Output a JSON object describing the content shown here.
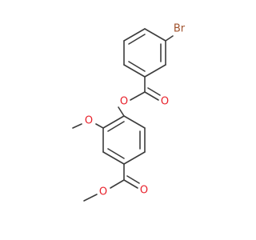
{
  "molecule": {
    "atoms": [
      {
        "label": "Br",
        "color": "#a0522d"
      },
      {
        "label": "O",
        "color": "#e8202a"
      },
      {
        "label": "O",
        "color": "#e8202a"
      },
      {
        "label": "O",
        "color": "#e8202a"
      },
      {
        "label": "O",
        "color": "#e8202a"
      },
      {
        "label": "O",
        "color": "#e8202a"
      }
    ],
    "bond_color": "#3c3c3c",
    "background": "#ffffff"
  }
}
